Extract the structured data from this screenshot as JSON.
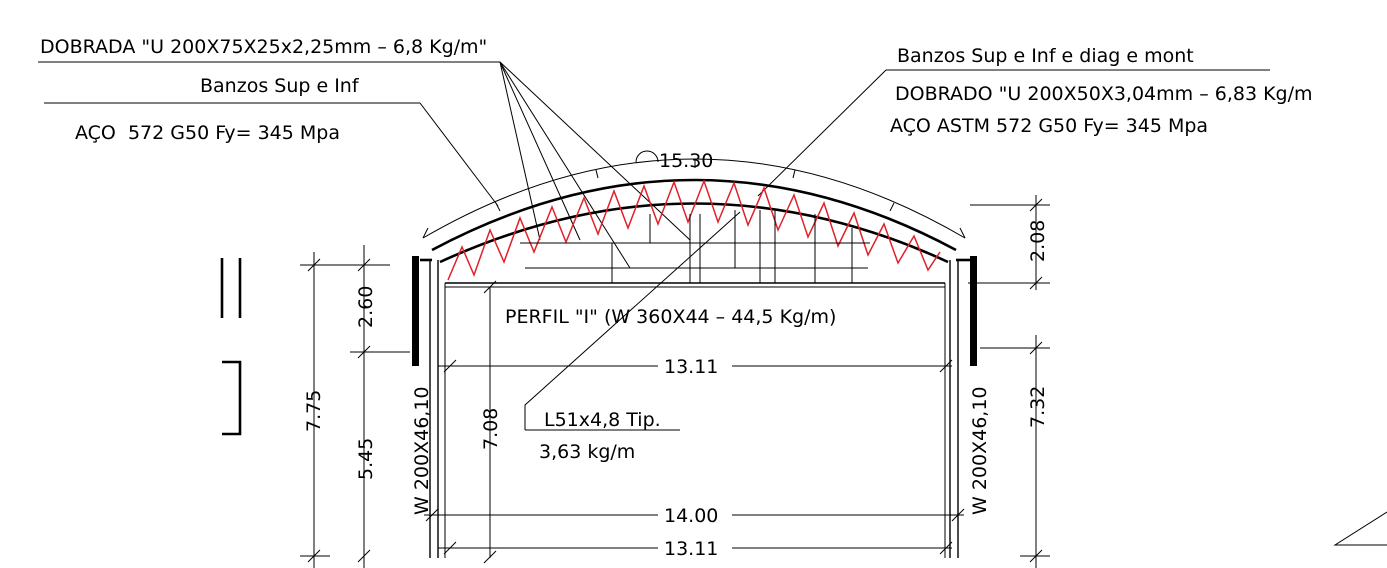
{
  "notes": {
    "dobrada_top": "DOBRADA \"U 200X75X25x2,25mm – 6,8 Kg/m\"",
    "banzos_left": "Banzos Sup e Inf",
    "aco_left": "AÇO  572 G50 Fy= 345 Mpa",
    "banzos_right": "Banzos Sup e Inf e diag e mont",
    "dobrado_right": "DOBRADO \"U 200X50X3,04mm – 6,83 Kg/m",
    "aco_right": "AÇO ASTM 572 G50 Fy= 345 Mpa",
    "perfil_i": "PERFIL \"I\" (W 360X44 – 44,5 Kg/m)",
    "angle_label": "L51x4,8 Tip.",
    "angle_weight": "3,63 kg/m",
    "column_left": "W 200X46,10",
    "column_right": "W 200X46,10"
  },
  "dimensions": {
    "arc_length": "15.30",
    "rise": "2.08",
    "left_top": "2.60",
    "left_total": "7.75",
    "left_bottom": "5.45",
    "inner_height": "7.08",
    "right_height": "7.32",
    "span_inner_top": "13.11",
    "span_outer": "14.00",
    "span_inner_bottom": "13.11"
  },
  "colors": {
    "lines": "#000000",
    "truss_web": "#e0202a"
  }
}
